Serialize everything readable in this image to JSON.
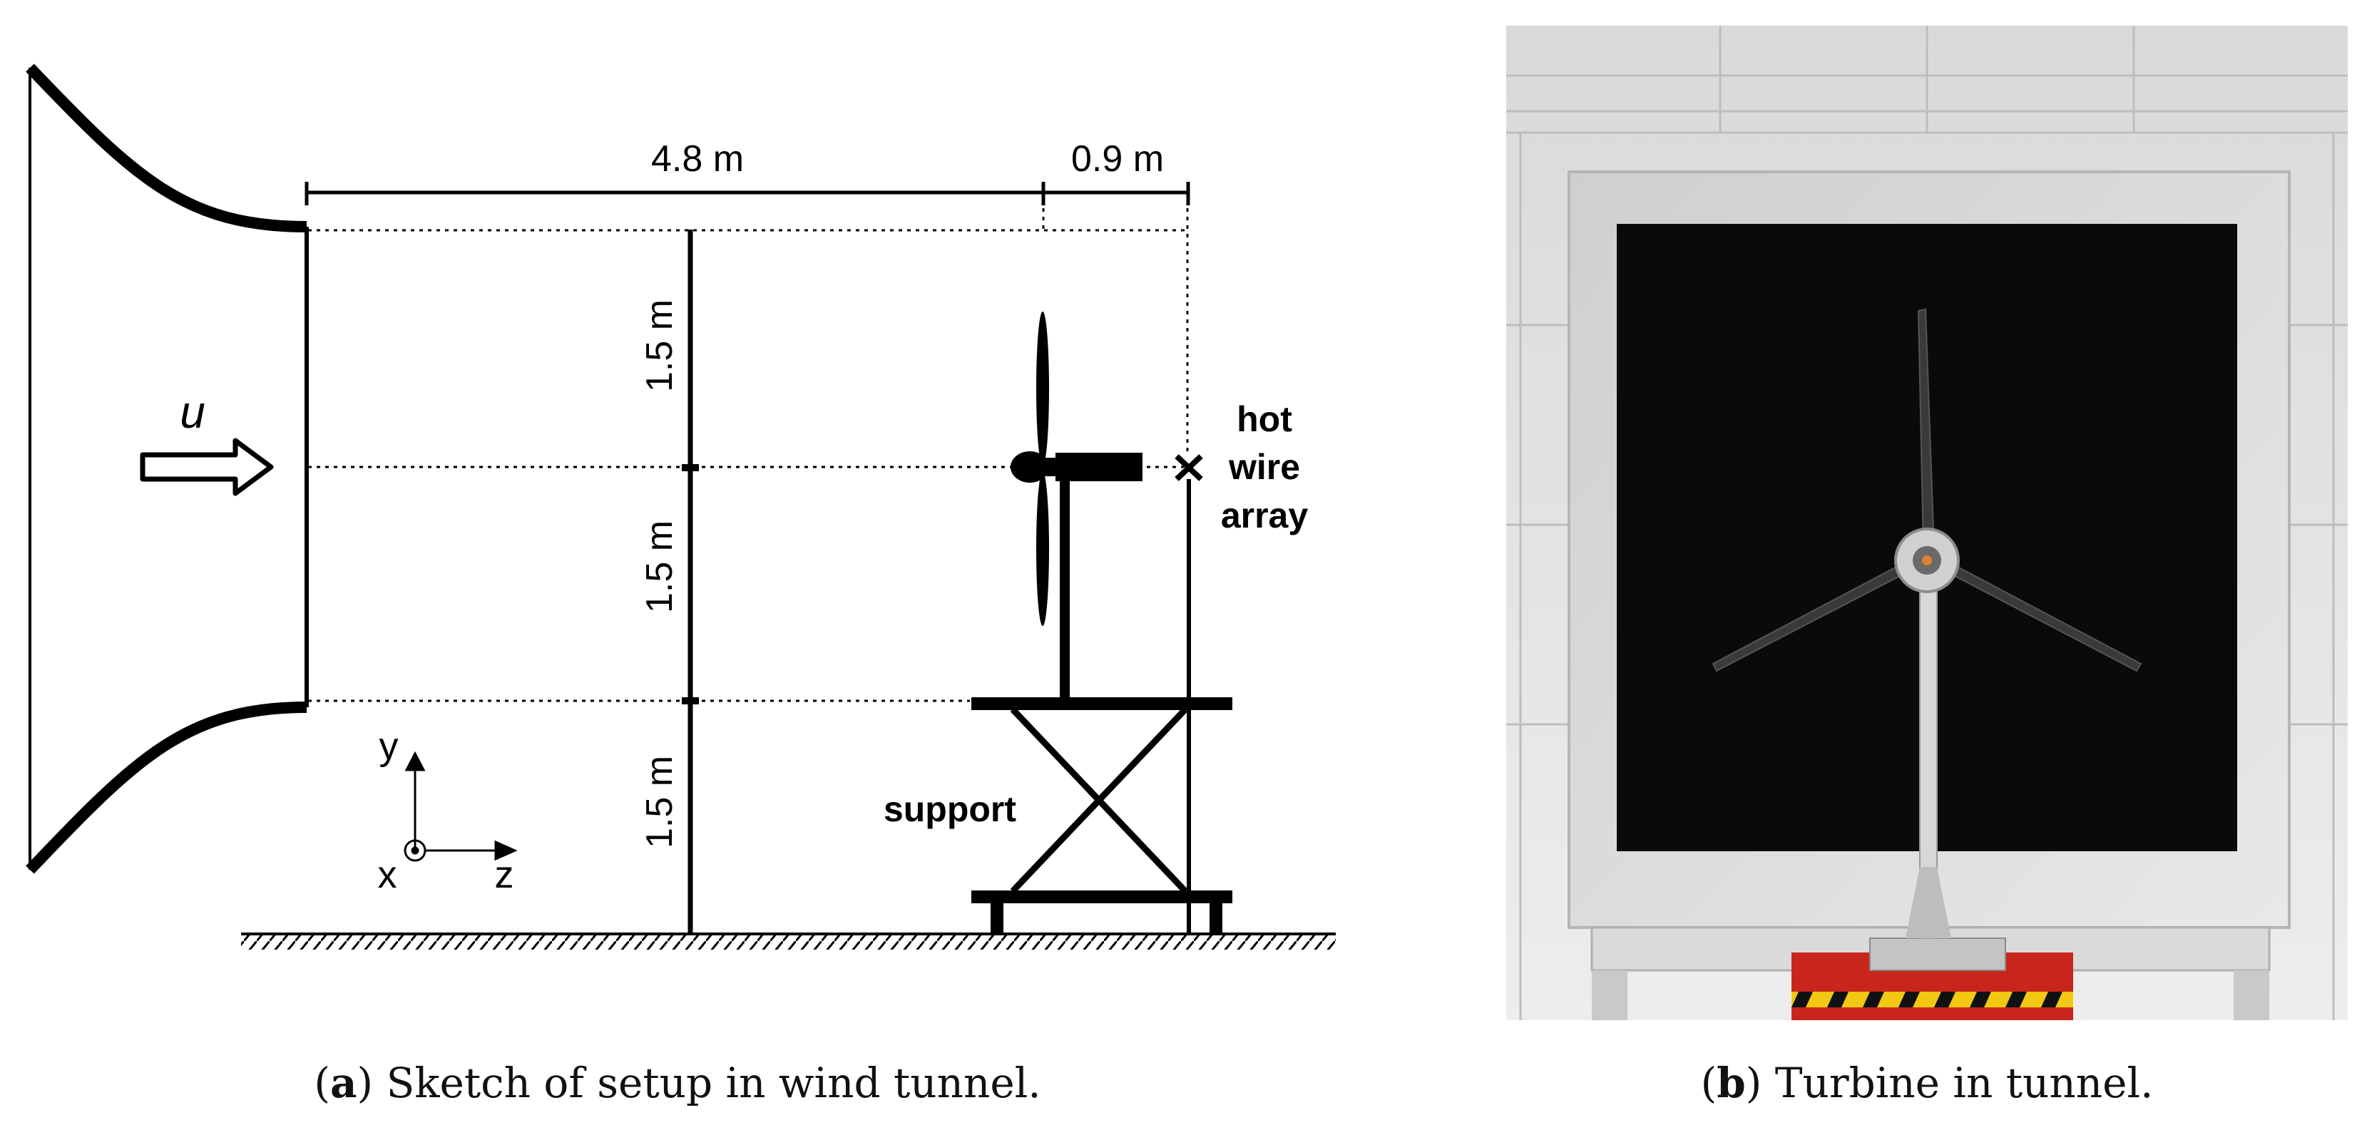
{
  "panel_a": {
    "dim_top_left": "4.8 m",
    "dim_top_right": "0.9 m",
    "dim_v1": "1.5 m",
    "dim_v2": "1.5 m",
    "dim_v3": "1.5 m",
    "flow_symbol": "u",
    "label_hot": "hot",
    "label_wire": "wire",
    "label_array": "array",
    "label_support": "support",
    "axis_y": "y",
    "axis_x": "x",
    "axis_z": "z",
    "caption_tag": "a",
    "caption_text": "Sketch of setup in wind tunnel."
  },
  "panel_b": {
    "caption_tag": "b",
    "caption_text": "Turbine in tunnel."
  },
  "colors": {
    "line": "#000000",
    "tunnel_black": "#0a0a0a",
    "wall_white": "#e6e6e6",
    "red_base": "#c8261c",
    "hazard_yellow": "#f2c812"
  }
}
